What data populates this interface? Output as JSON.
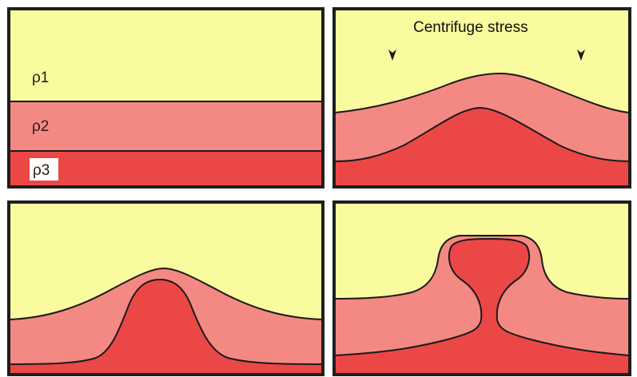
{
  "panels": {
    "panel_1": {
      "labels": [
        "ρ1",
        "ρ2",
        "ρ3"
      ]
    },
    "panel_2": {
      "caption": "Centrifuge stress"
    }
  },
  "colors": {
    "layer_rho1": "#fafa9e",
    "layer_rho2": "#f48882",
    "layer_rho3": "#ec4747",
    "interface_line": "#1a1a1a",
    "frame": "#1e1e1e",
    "label_box": "#ffffff"
  },
  "icons": {
    "stress_arrow": "arrow-down-icon"
  }
}
